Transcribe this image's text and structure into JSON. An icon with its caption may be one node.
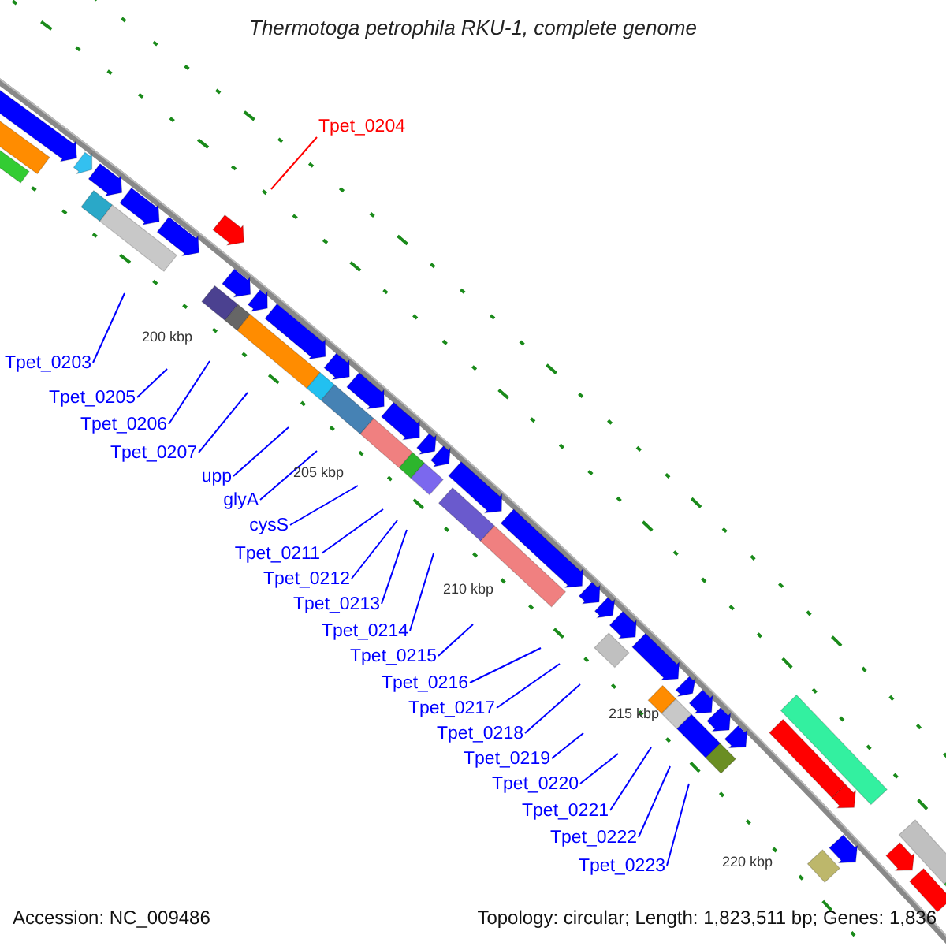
{
  "diagram": {
    "title": "Thermotoga petrophila RKU-1, complete genome",
    "nodes": [
      {
        "text": [
          "Tpet_0204"
        ]
      },
      {
        "text": [
          "Tpet_0203"
        ]
      },
      {
        "text": [
          "Tpet_0205"
        ]
      },
      {
        "text": [
          "Tpet_0206"
        ]
      },
      {
        "text": [
          "Tpet_0207"
        ]
      },
      {
        "text": [
          "upp"
        ]
      },
      {
        "text": [
          "glyA"
        ]
      },
      {
        "text": [
          "cysS"
        ]
      },
      {
        "text": [
          "Tpet_0211"
        ]
      },
      {
        "text": [
          "Tpet_0212"
        ]
      },
      {
        "text": [
          "Tpet_0213"
        ]
      },
      {
        "text": [
          "Tpet_0214"
        ]
      },
      {
        "text": [
          "Tpet_0215"
        ]
      },
      {
        "text": [
          "Tpet_0216"
        ]
      },
      {
        "text": [
          "Tpet_0217"
        ]
      },
      {
        "text": [
          "Tpet_0218"
        ]
      },
      {
        "text": [
          "Tpet_0219"
        ]
      },
      {
        "text": [
          "Tpet_0220"
        ]
      },
      {
        "text": [
          "Tpet_0221"
        ]
      },
      {
        "text": [
          "Tpet_0222"
        ]
      },
      {
        "text": [
          "Tpet_0223"
        ]
      }
    ],
    "edges": [
      {
        "from": 0,
        "to": null,
        "arrow": "none",
        "color": "#ff0000"
      },
      {
        "from": 1,
        "to": null,
        "arrow": "none"
      },
      {
        "from": 2,
        "to": null,
        "arrow": "none"
      },
      {
        "from": 3,
        "to": null,
        "arrow": "none"
      },
      {
        "from": 4,
        "to": null,
        "arrow": "none"
      },
      {
        "from": 5,
        "to": null,
        "arrow": "none"
      },
      {
        "from": 6,
        "to": null,
        "arrow": "none"
      },
      {
        "from": 7,
        "to": null,
        "arrow": "none"
      },
      {
        "from": 8,
        "to": null,
        "arrow": "none"
      },
      {
        "from": 9,
        "to": null,
        "arrow": "none"
      },
      {
        "from": 10,
        "to": null,
        "arrow": "none"
      },
      {
        "from": 11,
        "to": null,
        "arrow": "none"
      },
      {
        "from": 12,
        "to": null,
        "arrow": "none"
      },
      {
        "from": 13,
        "to": null,
        "arrow": "none"
      },
      {
        "from": 14,
        "to": null,
        "arrow": "none"
      },
      {
        "from": 15,
        "to": null,
        "arrow": "none"
      },
      {
        "from": 16,
        "to": null,
        "arrow": "none"
      },
      {
        "from": 17,
        "to": null,
        "arrow": "none"
      },
      {
        "from": 18,
        "to": null,
        "arrow": "none"
      },
      {
        "from": 19,
        "to": null,
        "arrow": "none"
      },
      {
        "from": 20,
        "to": null,
        "arrow": "none"
      }
    ],
    "labels": [
      "200 kbp",
      "205 kbp",
      "210 kbp",
      "215 kbp",
      "220 kbp",
      "Accession: NC_009486",
      "Topology: circular; Length: 1,823,511 bp; Genes: 1,836"
    ]
  }
}
